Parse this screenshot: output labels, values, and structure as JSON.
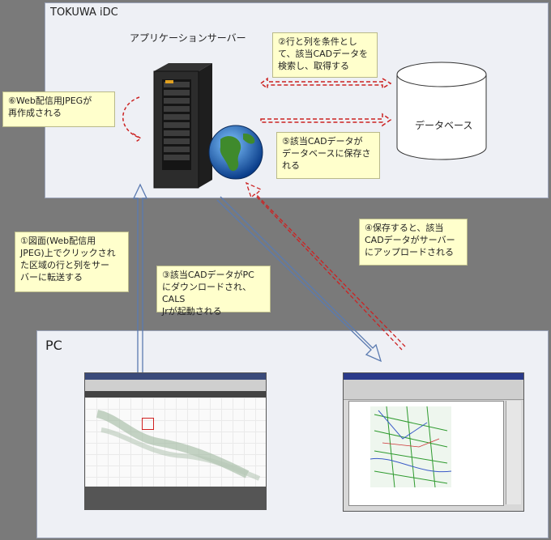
{
  "idc_panel": {
    "title": "TOKUWA iDC"
  },
  "pc_panel": {
    "title": "PC"
  },
  "app_server": {
    "label": "アプリケーションサーバー"
  },
  "database": {
    "label": "データベース"
  },
  "notes": {
    "step2": "②行と列を条件とし\nて、該当CADデータを\n検索し、取得する",
    "step6": "⑥Web配信用JPEGが\n再作成される",
    "step5": "⑤該当CADデータが\nデータベースに保存さ\nれる",
    "step4": "④保存すると、該当\nCADデータがサーバー\nにアップロードされる",
    "step1": "①図面(Web配信用\nJPEG)上でクリックされ\nた区域の行と列をサー\nバーに転送する",
    "step3": "③該当CADデータがPC\nにダウンロードされ、CALS\nJrが起動される"
  },
  "colors": {
    "red_arrow": "#cc2222",
    "blue_arrow": "#5a7ab0",
    "note_bg": "#ffffcc"
  },
  "icons": [
    "server-icon",
    "globe-icon",
    "database-icon",
    "screenshot-jpeg-viewer",
    "screenshot-cad-app"
  ]
}
